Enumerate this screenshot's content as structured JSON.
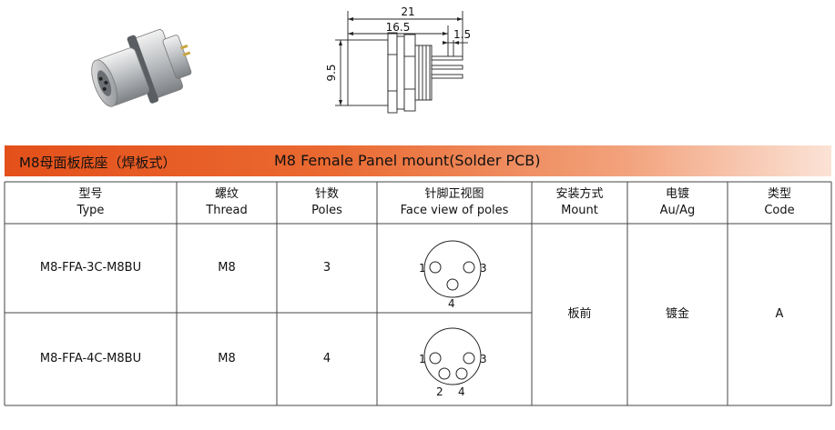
{
  "banner": {
    "title_cn": "M8母面板底座（焊板式）",
    "title_en": "M8 Female Panel mount(Solder PCB)"
  },
  "drawing": {
    "dim_overall": "21",
    "dim_body": "16.5",
    "dim_pin": "1.5",
    "dim_height": "9.5"
  },
  "table": {
    "headers": [
      {
        "cn": "型号",
        "en": "Type"
      },
      {
        "cn": "螺纹",
        "en": "Thread"
      },
      {
        "cn": "针数",
        "en": "Poles"
      },
      {
        "cn": "针脚正视图",
        "en": "Face view of poles"
      },
      {
        "cn": "安装方式",
        "en": "Mount"
      },
      {
        "cn": "电镀",
        "en": "Au/Ag"
      },
      {
        "cn": "类型",
        "en": "Code"
      }
    ],
    "rows": [
      {
        "type": "M8-FFA-3C-M8BU",
        "thread": "M8",
        "poles": "3",
        "pin_labels": {
          "left": "1",
          "right": "3",
          "bottom": "4"
        }
      },
      {
        "type": "M8-FFA-4C-M8BU",
        "thread": "M8",
        "poles": "4",
        "pin_labels": {
          "left": "1",
          "right": "3",
          "bottom_left": "2",
          "bottom_right": "4"
        }
      }
    ],
    "mount": "板前",
    "plating": "镀金",
    "code": "A"
  },
  "colors": {
    "banner_start": "#e4501a",
    "banner_end": "#fbe3d6",
    "grid_line": "#444444"
  }
}
